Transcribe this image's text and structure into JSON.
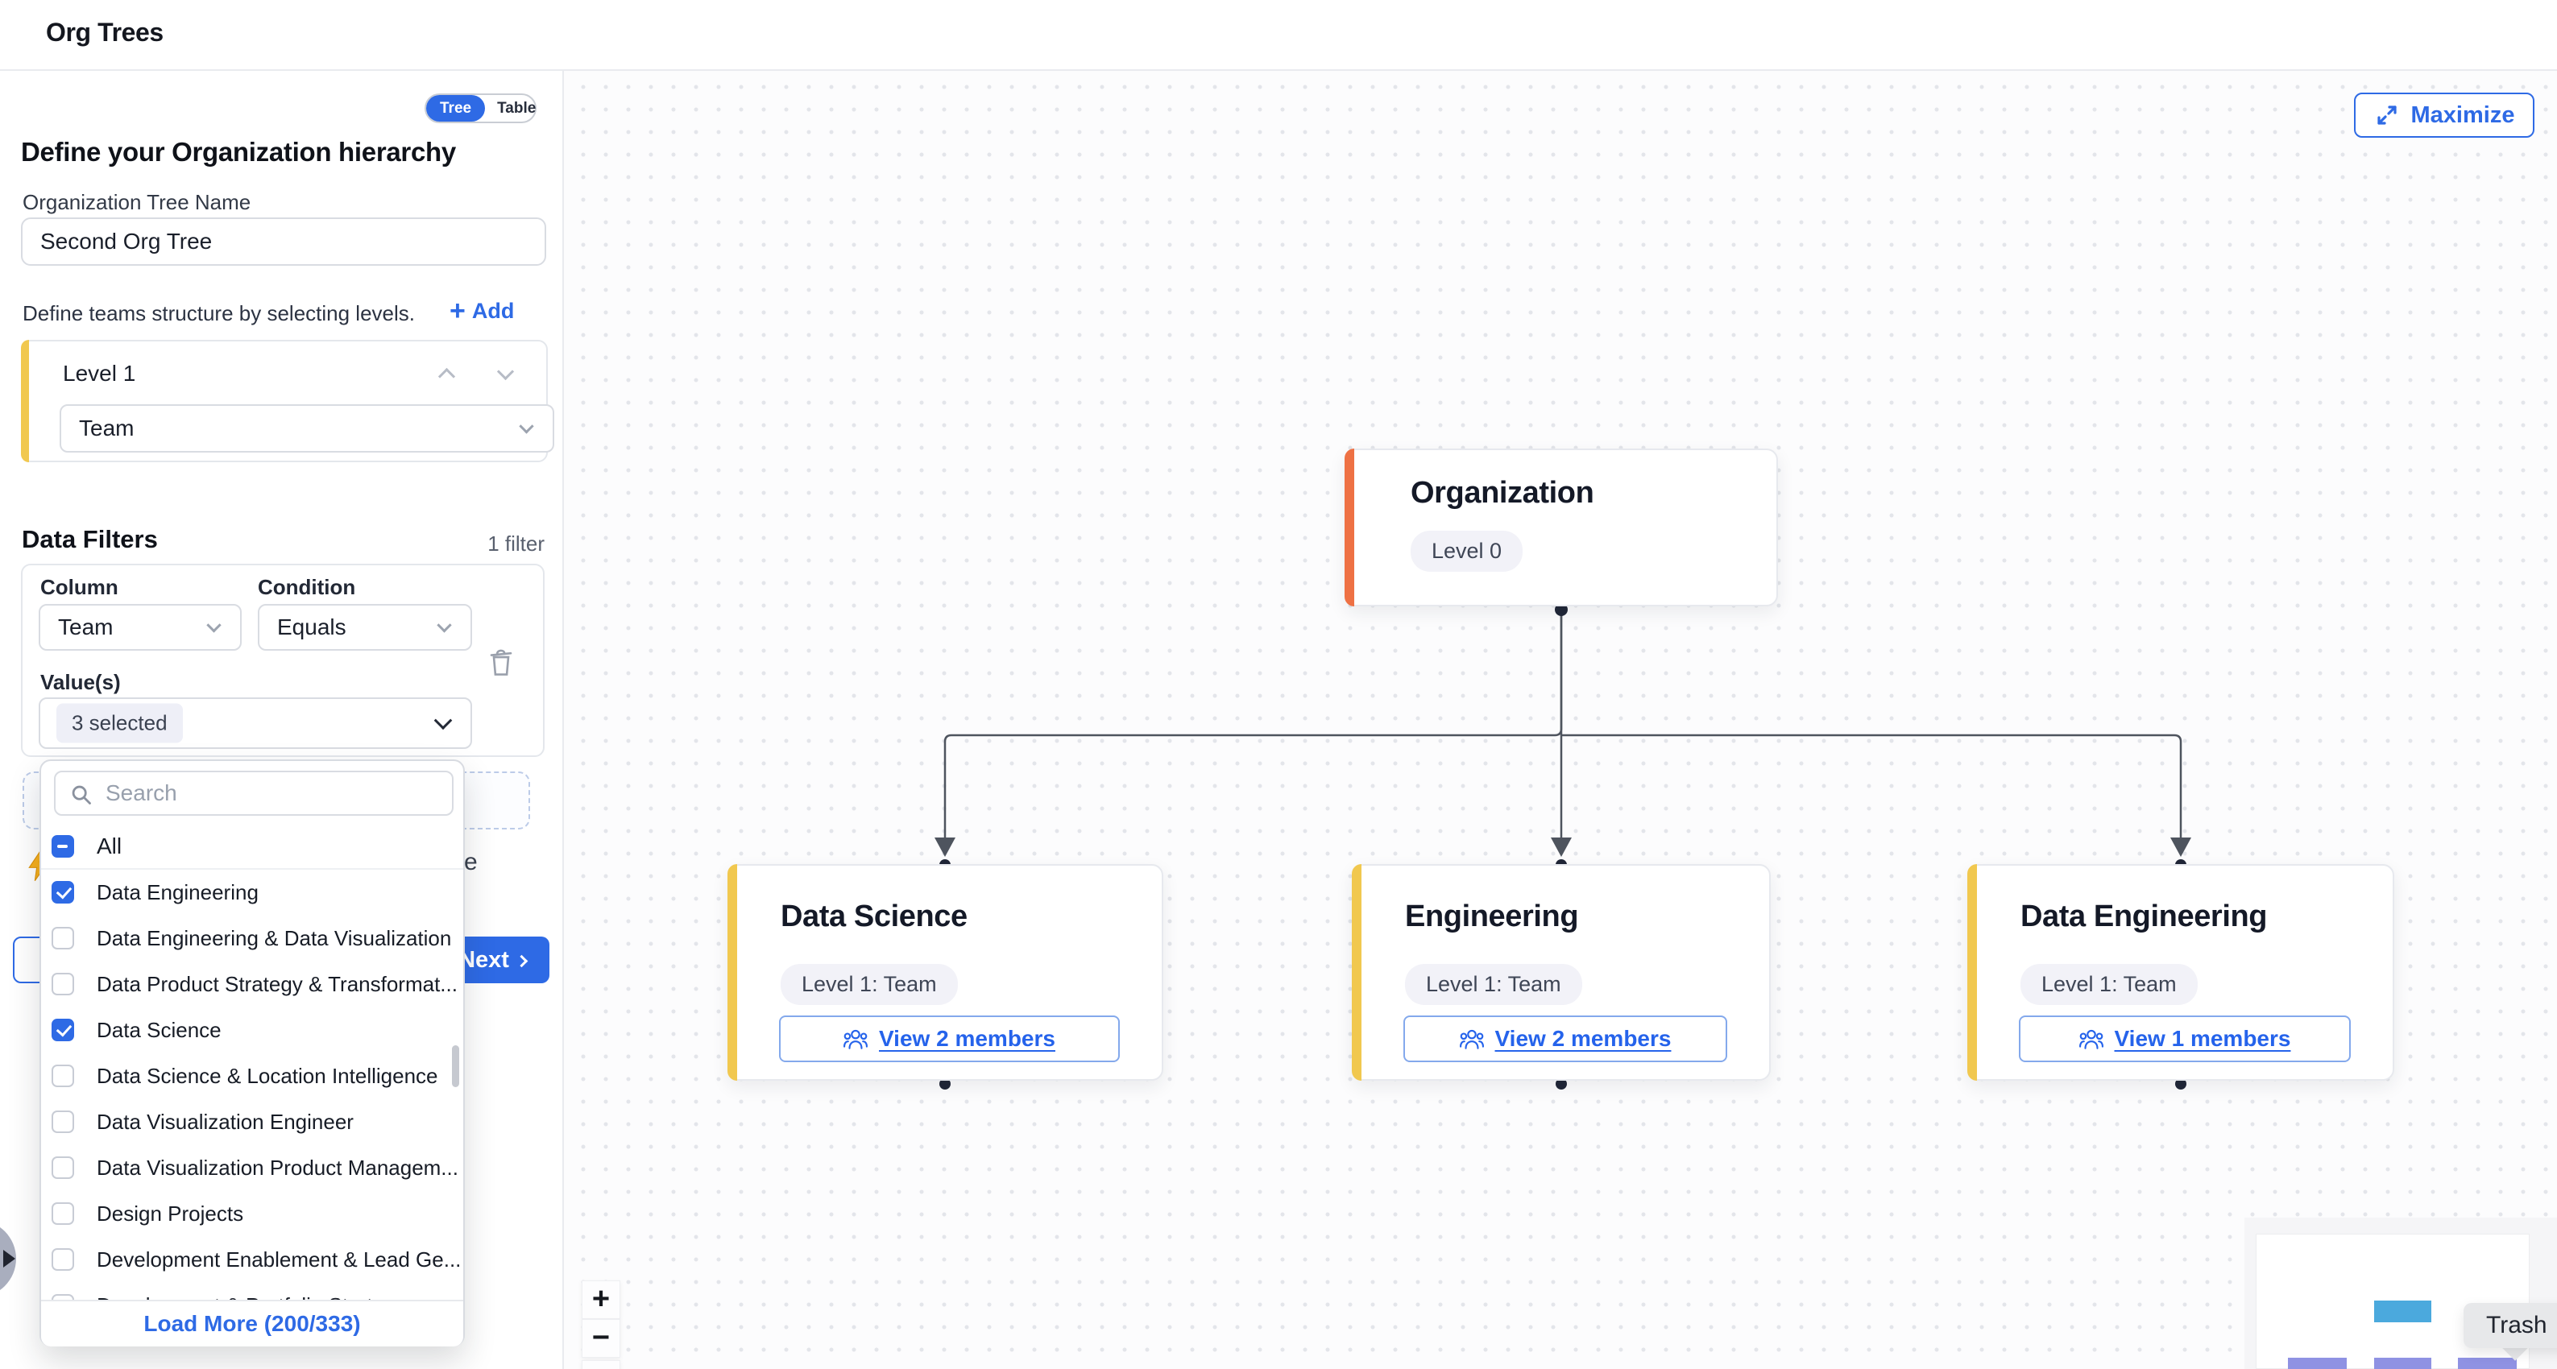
{
  "header": {
    "title": "Org Trees"
  },
  "sidebar": {
    "view_toggle": {
      "tree": "Tree",
      "table": "Table"
    },
    "hierarchy_heading": "Define your Organization hierarchy",
    "tree_name": {
      "label": "Organization Tree Name",
      "value": "Second Org Tree"
    },
    "levels": {
      "hint": "Define teams structure by selecting levels.",
      "add_label": "Add",
      "card": {
        "title": "Level 1",
        "selected_type": "Team"
      }
    },
    "filters": {
      "heading": "Data Filters",
      "count_label": "1 filter",
      "column": {
        "label": "Column",
        "value": "Team"
      },
      "condition": {
        "label": "Condition",
        "value": "Equals"
      },
      "values": {
        "label": "Value(s)",
        "selected_chip": "3 selected"
      }
    },
    "value_dropdown": {
      "search_placeholder": "Search",
      "select_all_label": "All",
      "select_all_state": "indeterminate",
      "items": [
        {
          "label": "Data Engineering",
          "checked": true
        },
        {
          "label": "Data Engineering & Data Visualization",
          "checked": false
        },
        {
          "label": "Data Product Strategy & Transformat...",
          "checked": false
        },
        {
          "label": "Data Science",
          "checked": true
        },
        {
          "label": "Data Science & Location Intelligence",
          "checked": false
        },
        {
          "label": "Data Visualization Engineer",
          "checked": false
        },
        {
          "label": "Data Visualization Product Managem...",
          "checked": false
        },
        {
          "label": "Design Projects",
          "checked": false
        },
        {
          "label": "Development Enablement & Lead Ge...",
          "checked": false
        },
        {
          "label": "Development & Portfolio Strat...",
          "checked": false
        }
      ],
      "load_more_label": "Load More (200/333)"
    },
    "footer_buttons": {
      "next_label": "Next"
    },
    "obscured_text_fragment": "re"
  },
  "canvas": {
    "maximize_label": "Maximize",
    "nodes": [
      {
        "title": "Organization",
        "badge": "Level 0"
      },
      {
        "title": "Data Science",
        "badge": "Level 1: Team",
        "members_label": "View 2 members"
      },
      {
        "title": "Engineering",
        "badge": "Level 1: Team",
        "members_label": "View 2 members"
      },
      {
        "title": "Data Engineering",
        "badge": "Level 1: Team",
        "members_label": "View 1 members"
      }
    ],
    "trash_tooltip": "Trash",
    "zoom_controls": {
      "zoom_in": "+",
      "zoom_out": "−"
    }
  },
  "icons": [
    "tree-icon",
    "search-icon",
    "trash-icon",
    "plus-icon",
    "chevron-up-icon",
    "chevron-down-icon",
    "members-icon",
    "maximize-icon",
    "lightning-icon",
    "play-icon"
  ],
  "colors": {
    "primary_blue": "#2E6AE5",
    "link_blue": "#2563EB",
    "accent_yellow": "#F1C84F",
    "accent_orange": "#EE7144",
    "connector": "#4E545E"
  }
}
